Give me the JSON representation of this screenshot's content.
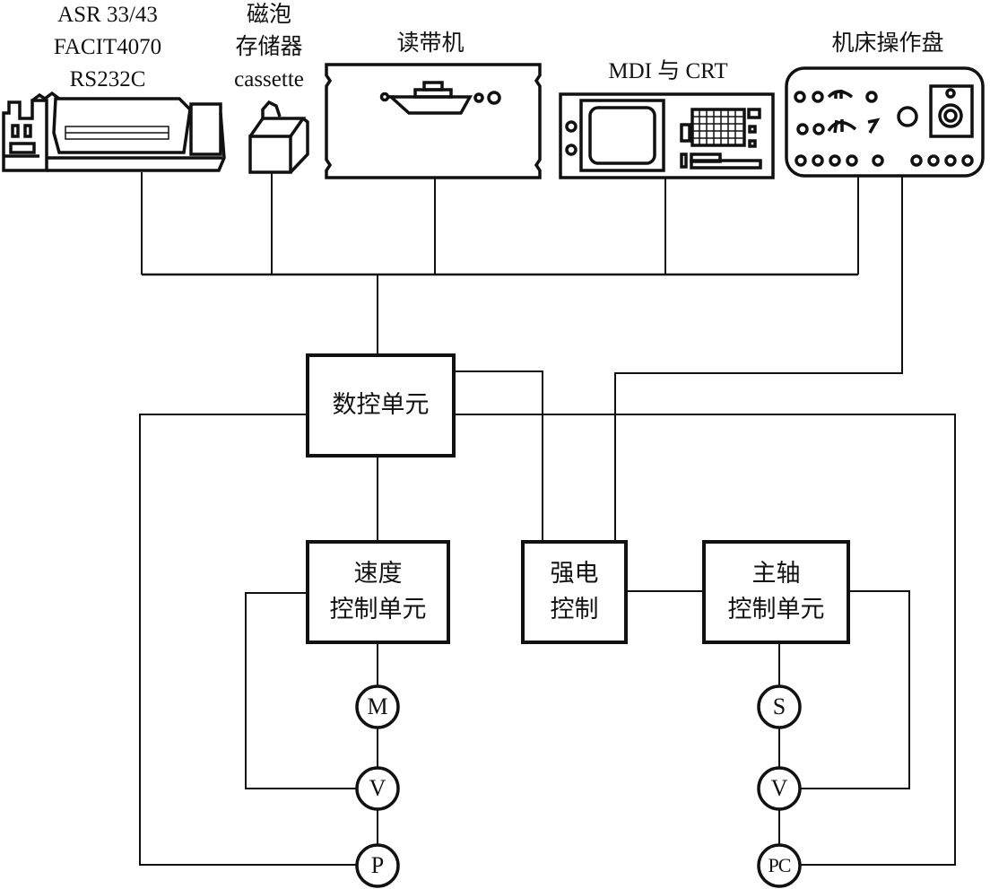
{
  "diagram": {
    "title": "CNC system block diagram",
    "devices": [
      {
        "id": "teletype",
        "label": "ASR 33/43\nFACIT4070\nRS232C",
        "icon": "teletype-printer-icon"
      },
      {
        "id": "bubble",
        "label": "磁泡\n存储器\ncassette",
        "icon": "cassette-storage-icon"
      },
      {
        "id": "tape_reader",
        "label": "读带机",
        "icon": "tape-reader-icon"
      },
      {
        "id": "mdi_crt",
        "label": "MDI 与 CRT",
        "icon": "crt-terminal-icon"
      },
      {
        "id": "operator_panel",
        "label": "机床操作盘",
        "icon": "machine-control-panel-icon"
      }
    ],
    "blocks": [
      {
        "id": "nc_unit",
        "label": "数控单元"
      },
      {
        "id": "speed_control",
        "label": "速度\n控制单元"
      },
      {
        "id": "power_control",
        "label": "强电\n控制"
      },
      {
        "id": "spindle_control",
        "label": "主轴\n控制单元"
      }
    ],
    "feed_chain": [
      {
        "id": "M",
        "label": "M"
      },
      {
        "id": "V1",
        "label": "V"
      },
      {
        "id": "P",
        "label": "P"
      }
    ],
    "spindle_chain": [
      {
        "id": "S",
        "label": "S"
      },
      {
        "id": "V2",
        "label": "V"
      },
      {
        "id": "PC",
        "label": "PC"
      }
    ],
    "connections": [
      [
        "teletype",
        "bus"
      ],
      [
        "bubble",
        "bus"
      ],
      [
        "tape_reader",
        "bus"
      ],
      [
        "mdi_crt",
        "bus"
      ],
      [
        "operator_panel",
        "bus"
      ],
      [
        "bus",
        "nc_unit"
      ],
      [
        "operator_panel",
        "power_control"
      ],
      [
        "nc_unit",
        "power_control"
      ],
      [
        "nc_unit",
        "speed_control"
      ],
      [
        "nc_unit",
        "P"
      ],
      [
        "nc_unit",
        "PC"
      ],
      [
        "power_control",
        "spindle_control"
      ],
      [
        "speed_control",
        "M"
      ],
      [
        "M",
        "V1"
      ],
      [
        "V1",
        "P"
      ],
      [
        "V1",
        "speed_control"
      ],
      [
        "spindle_control",
        "S"
      ],
      [
        "S",
        "V2"
      ],
      [
        "V2",
        "PC"
      ],
      [
        "V2",
        "spindle_control"
      ]
    ]
  }
}
